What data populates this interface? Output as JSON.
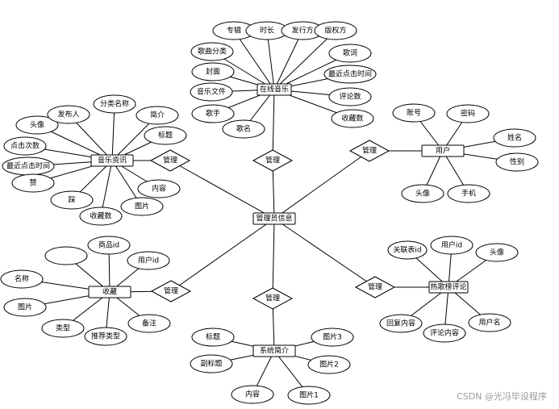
{
  "diagram": {
    "center_entity": "管理员信息",
    "relationship_label": "管理",
    "entities": {
      "online_music": {
        "name": "在线音乐",
        "attributes": [
          "专辑",
          "时长",
          "发行方",
          "版权方",
          "歌曲分类",
          "封面",
          "音乐文件",
          "歌手",
          "歌名",
          "歌词",
          "最近点击时间",
          "评论数",
          "收藏数"
        ]
      },
      "user": {
        "name": "用户",
        "attributes": [
          "账号",
          "密码",
          "姓名",
          "性别",
          "头像",
          "手机"
        ]
      },
      "music_news": {
        "name": "音乐资讯",
        "attributes": [
          "头像",
          "发布人",
          "分类名称",
          "简介",
          "标题",
          "点击次数",
          "最近点击时间",
          "赞",
          "踩",
          "收藏数",
          "图片",
          "内容"
        ]
      },
      "favorites": {
        "name": "收藏",
        "attributes": [
          "",
          "商品id",
          "用户id",
          "名称",
          "图片",
          "类型",
          "推荐类型",
          "备注"
        ]
      },
      "hot_comments": {
        "name": "热歌榜评论",
        "attributes": [
          "关联表id",
          "用户id",
          "头像",
          "回复内容",
          "评论内容",
          "用户名"
        ]
      },
      "system_intro": {
        "name": "系统简介",
        "attributes": [
          "标题",
          "副标题",
          "内容",
          "图片1",
          "图片2",
          "图片3"
        ]
      }
    }
  },
  "watermark": "CSDN @光冯毕设程序"
}
